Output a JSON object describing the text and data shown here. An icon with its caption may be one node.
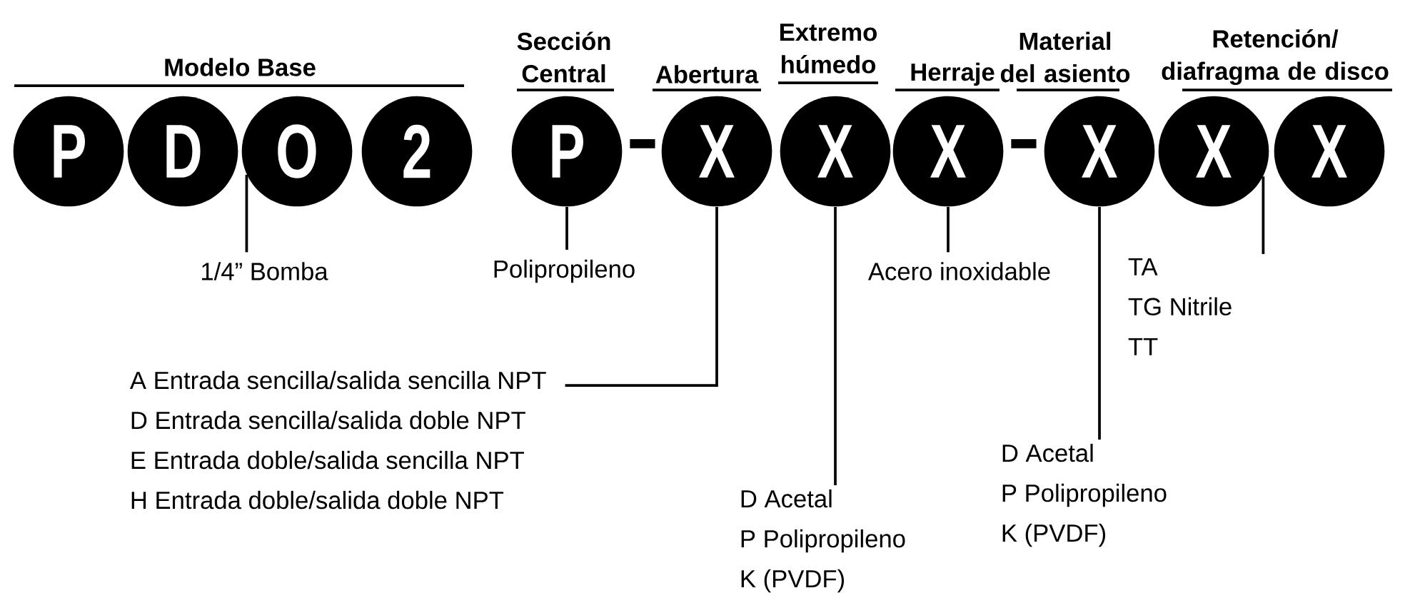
{
  "diagram": {
    "nodes": [
      {
        "text": [
          "P"
        ]
      },
      {
        "text": [
          "D"
        ]
      },
      {
        "text": [
          "O"
        ]
      },
      {
        "text": [
          "2"
        ]
      },
      {
        "text": [
          "P"
        ]
      },
      {
        "text": [
          "X"
        ]
      },
      {
        "text": [
          "X"
        ]
      },
      {
        "text": [
          "X"
        ]
      },
      {
        "text": [
          "X"
        ]
      },
      {
        "text": [
          "X"
        ]
      },
      {
        "text": [
          "X"
        ]
      },
      {
        "text": [
          "1/4” Bomba"
        ]
      },
      {
        "text": [
          "Polipropileno"
        ]
      },
      {
        "text": [
          "Acero inoxidable"
        ]
      },
      {
        "text": [
          "TA",
          "TG Nitrile",
          "TT"
        ]
      },
      {
        "text": [
          "A Entrada sencilla/salida sencilla NPT",
          "D Entrada sencilla/salida doble NPT",
          "E Entrada doble/salida sencilla NPT",
          "H Entrada doble/salida doble NPT"
        ]
      },
      {
        "text": [
          "D Acetal",
          "P Polipropileno",
          "K (PVDF)"
        ]
      },
      {
        "text": [
          "D Acetal",
          "P Polipropileno",
          "K (PVDF)"
        ]
      }
    ],
    "edges": [
      {
        "from": 2,
        "to": 11,
        "arrow": "none"
      },
      {
        "from": 4,
        "to": 12,
        "arrow": "none"
      },
      {
        "from": 5,
        "to": 15,
        "arrow": "none"
      },
      {
        "from": 6,
        "to": 17,
        "arrow": "none"
      },
      {
        "from": 7,
        "to": 13,
        "arrow": "none"
      },
      {
        "from": 8,
        "to": 16,
        "arrow": "none"
      },
      {
        "from": 9,
        "to": 14,
        "arrow": "none"
      }
    ],
    "labels": [
      "Modelo Base",
      "Sección Central",
      "Abertura",
      "Extremo húmedo",
      "Herraje",
      "Material del asiento",
      "Retención/ diafragma de disco",
      "-",
      "-"
    ]
  }
}
